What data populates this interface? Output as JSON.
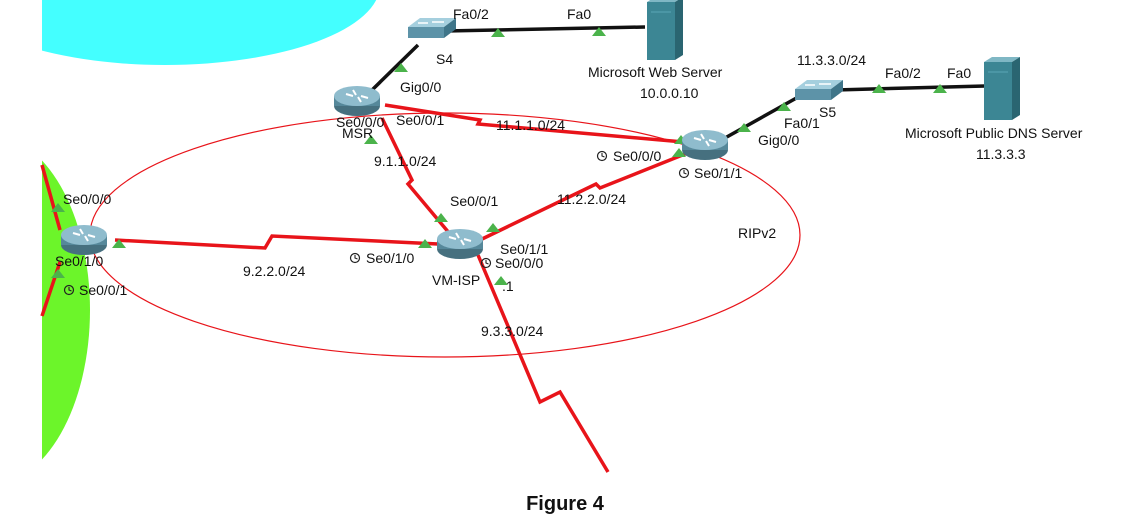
{
  "colors": {
    "cyan_area": "#44ffff",
    "green_area": "#6cf52a",
    "serial_link": "#e8141a",
    "ether_link": "#111111",
    "rip_ring": "#e8141a",
    "router_body": "#6d9cb0",
    "switch_body": "#6f9fb3",
    "server_body": "#3c8694",
    "link_triangle": "#4bb34b"
  },
  "icons": {
    "router": "router-icon",
    "switch": "switch-icon",
    "server": "server-icon",
    "clock": "clock-icon"
  },
  "devices": {
    "s4": "S4",
    "s5": "S5",
    "router_msr": "MSR",
    "router_vm": "VM-ISP",
    "web_server": "Microsoft Web Server",
    "web_server_ip": "10.0.0.10",
    "dns_server": "Microsoft Public DNS Server",
    "dns_server_ip": "11.3.3.3"
  },
  "interfaces": {
    "s4_fa02": "Fa0/2",
    "web_fa0": "Fa0",
    "msr_gig00": "Gig0/0",
    "msr_se000": "Se0/0/0",
    "msr_se001": "Se0/0/1",
    "r3_se000": "Se0/0/0",
    "r3_se011": "Se0/1/1",
    "r3_gig00": "Gig0/0",
    "s5_fa01": "Fa0/1",
    "s5_fa02": "Fa0/2",
    "dns_fa0": "Fa0",
    "vm_se001": "Se0/0/1",
    "vm_se011": "Se0/1/1",
    "vm_se000": "Se0/0/0",
    "vm_se010": "Se0/1/0",
    "vm_dot1": ".1",
    "left_se000": "Se0/0/0",
    "left_se010": "Se0/1/0",
    "left_se001": "Se0/0/1"
  },
  "networks": {
    "n_9_1_1": "9.1.1.0/24",
    "n_11_1_1": "11.1.1.0/24",
    "n_11_2_2": "11.2.2.0/24",
    "n_11_3_3": "11.3.3.0/24",
    "n_9_2_2": "9.2.2.0/24",
    "n_9_3_3": "9.3.3.0/24"
  },
  "protocol_label": "RIPv2",
  "caption": "Figure 4"
}
